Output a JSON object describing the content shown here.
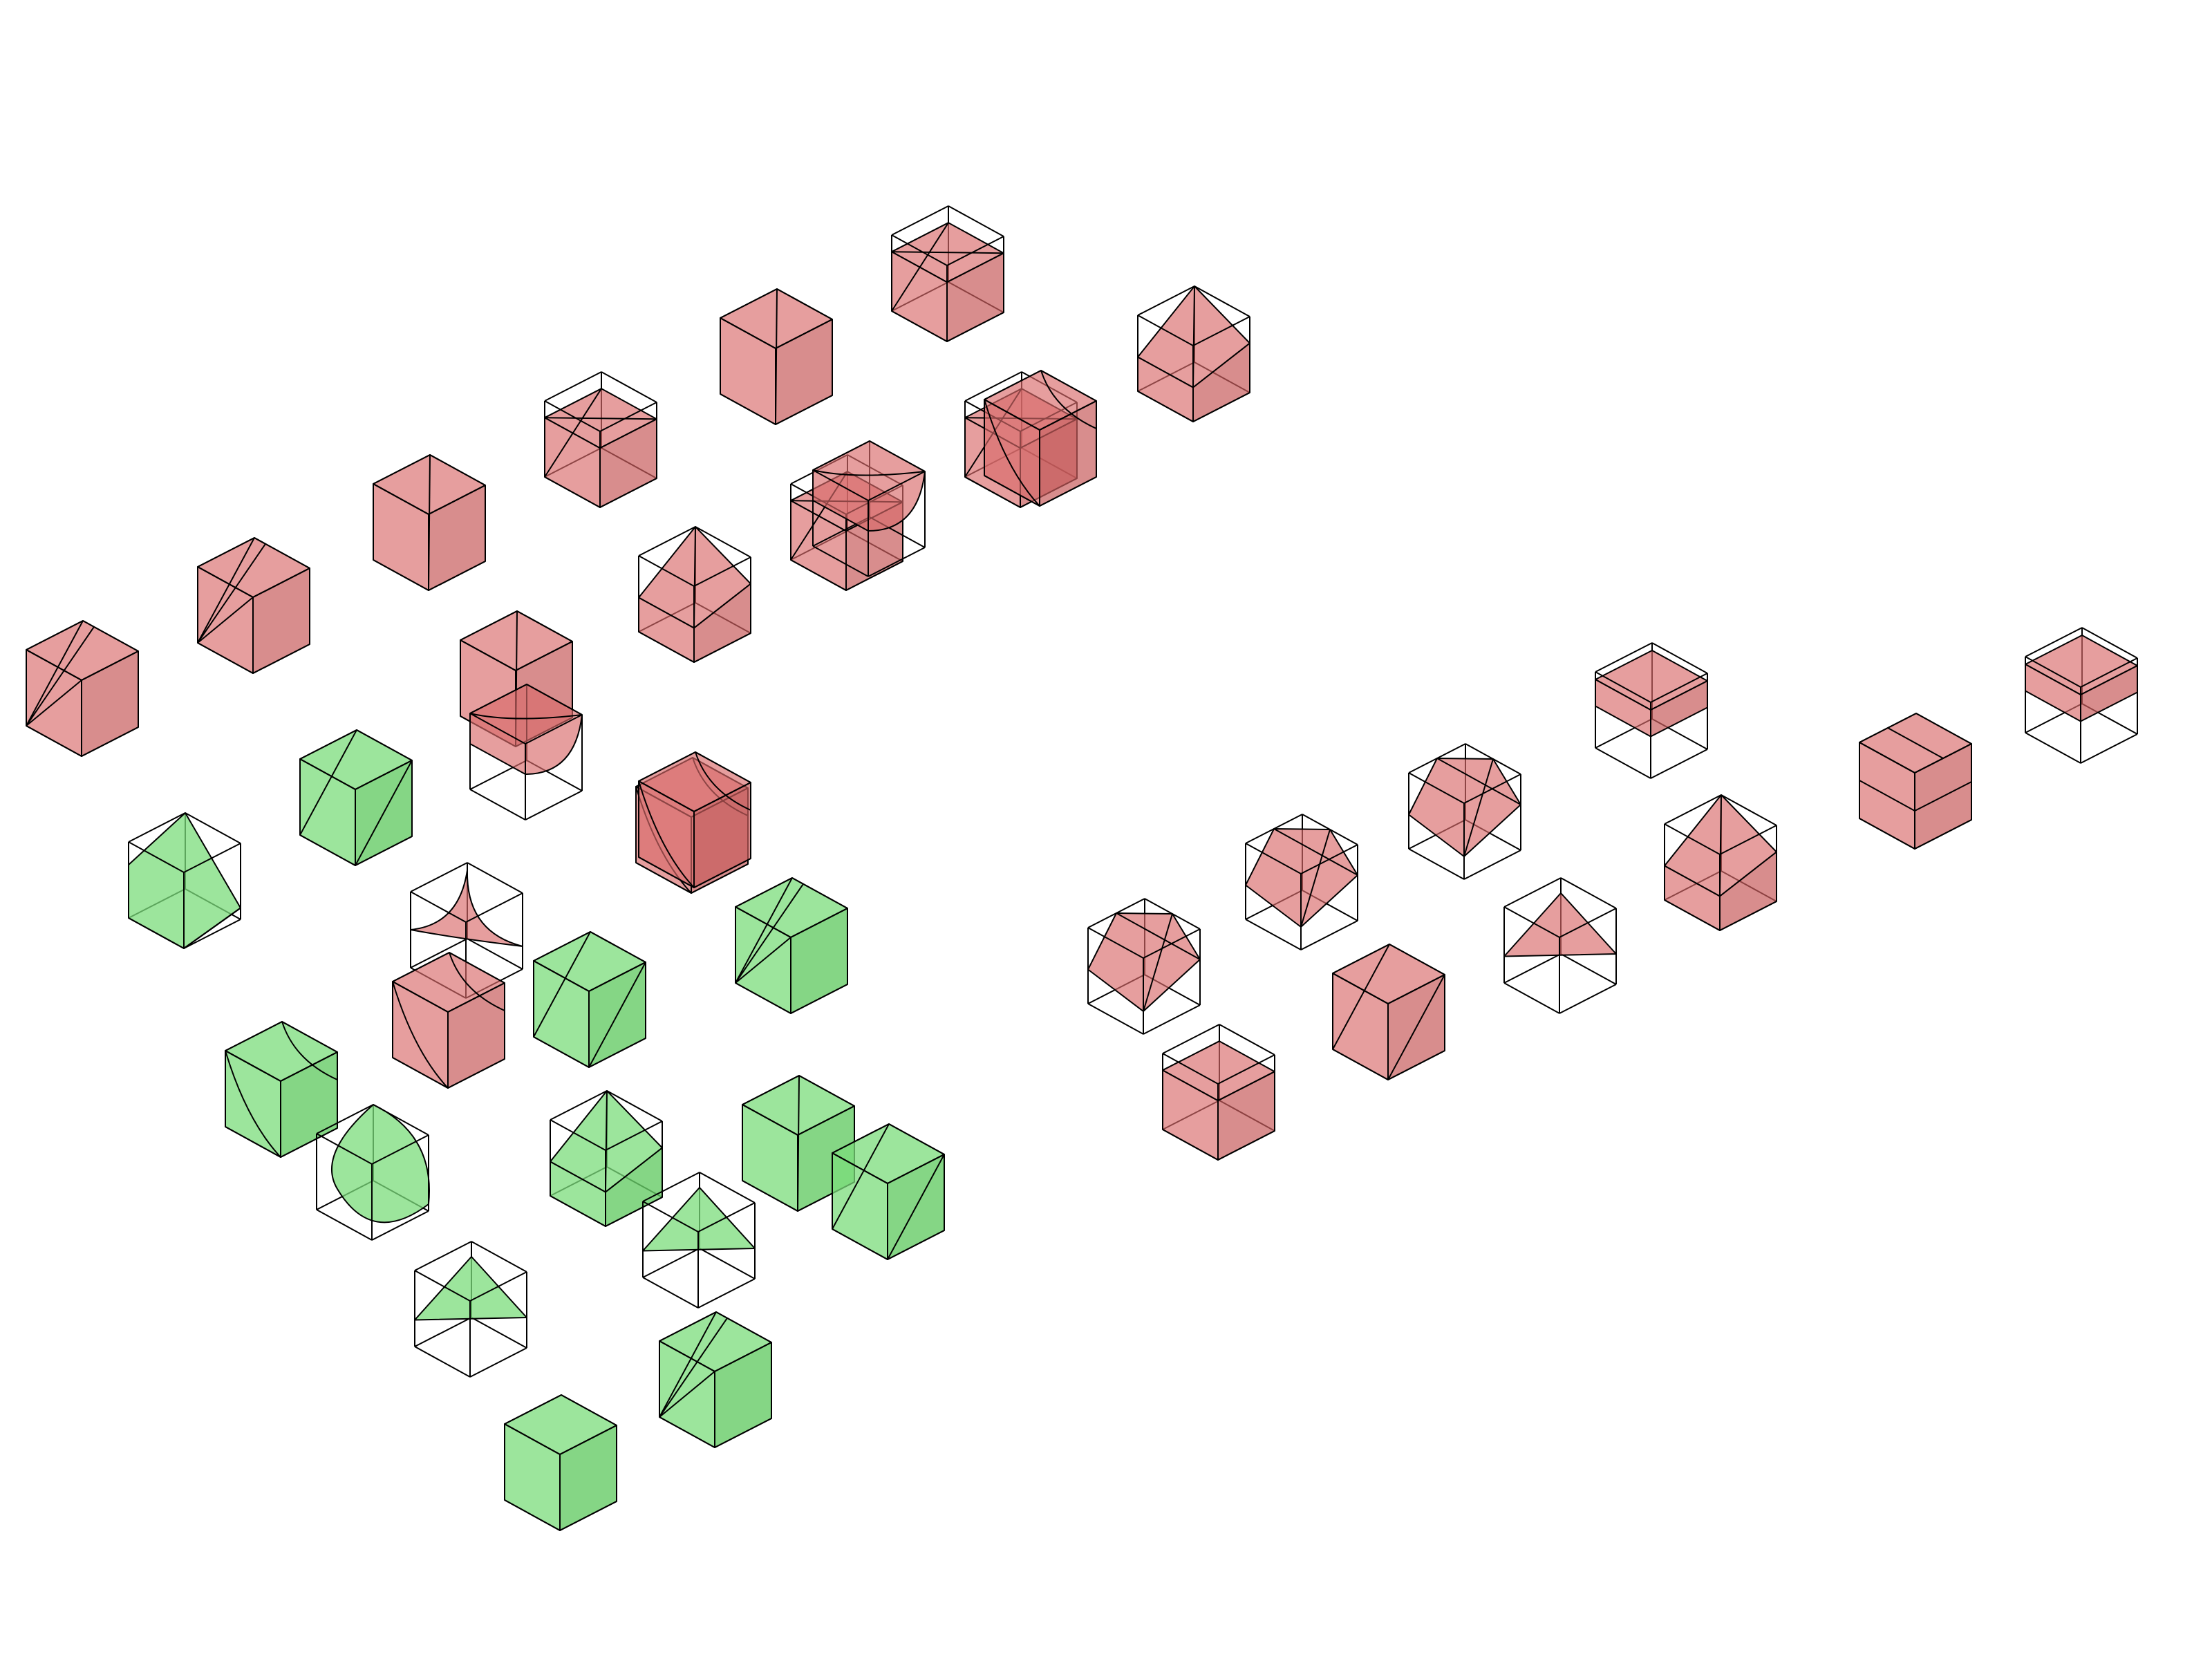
{
  "diagram": {
    "colors": {
      "invalid": "#d96a6a",
      "valid": "#7bdc7b",
      "edge": "#000000",
      "background": "#ffffff"
    },
    "legend": "none",
    "cubes": [
      {
        "row": 0,
        "col": 0,
        "status": "invalid",
        "shape": "solid-fan"
      },
      {
        "row": 0,
        "col": 1,
        "status": "invalid",
        "shape": "wedge-fan"
      },
      {
        "row": 0,
        "col": 2,
        "status": "invalid",
        "shape": "solid-diag"
      },
      {
        "row": 0,
        "col": 3,
        "status": "invalid",
        "shape": "lower-fan"
      },
      {
        "row": 0,
        "col": 4,
        "status": "invalid",
        "shape": "solid-diag"
      },
      {
        "row": 0,
        "col": 5,
        "status": "invalid",
        "shape": "lower-cross"
      },
      {
        "row": 1,
        "col": 3,
        "status": "invalid",
        "shape": "lower-fan"
      },
      {
        "row": 1,
        "col": 4,
        "status": "invalid",
        "shape": "lower-fan"
      },
      {
        "row": 1,
        "col": 5,
        "status": "invalid",
        "shape": "tri-slab"
      },
      {
        "row": 1,
        "col": 6,
        "status": "invalid",
        "shape": "tri-flat"
      },
      {
        "row": 1,
        "col": 7,
        "status": "invalid",
        "shape": "arc-top"
      },
      {
        "row": 2,
        "col": 2,
        "status": "invalid",
        "shape": "solid-diag"
      },
      {
        "row": 2,
        "col": 3,
        "status": "invalid",
        "shape": "slab-diag"
      },
      {
        "row": 2,
        "col": 4,
        "status": "invalid",
        "shape": "arc-top"
      },
      {
        "row": 2,
        "col": 5,
        "status": "invalid",
        "shape": "arc-solid"
      },
      {
        "row": 2,
        "col": 6,
        "status": "invalid",
        "shape": "arc-top"
      },
      {
        "row": 3,
        "col": 0,
        "status": "valid",
        "shape": "lower-slope"
      },
      {
        "row": 3,
        "col": 1,
        "status": "valid",
        "shape": "solid-corner"
      },
      {
        "row": 3,
        "col": 2,
        "status": "invalid",
        "shape": "arc-wedge"
      },
      {
        "row": 3,
        "col": 3,
        "status": "invalid",
        "shape": "arc-solid"
      },
      {
        "row": 4,
        "col": 1,
        "status": "invalid",
        "shape": "concave-tri"
      },
      {
        "row": 4,
        "col": 2,
        "status": "invalid",
        "shape": "solid-arc-side"
      },
      {
        "row": 5,
        "col": 0,
        "status": "valid",
        "shape": "arc-solid"
      },
      {
        "row": 5,
        "col": 1,
        "status": "invalid",
        "shape": "arc-solid"
      },
      {
        "row": 5,
        "col": 2,
        "status": "valid",
        "shape": "solid-corner"
      },
      {
        "row": 5,
        "col": 3,
        "status": "valid",
        "shape": "solid-fan"
      },
      {
        "row": 6,
        "col": 0,
        "status": "valid",
        "shape": "bowl"
      },
      {
        "row": 6,
        "col": 1,
        "status": "valid",
        "shape": "tri-slab"
      },
      {
        "row": 6,
        "col": 2,
        "status": "valid",
        "shape": "solid-diag"
      },
      {
        "row": 6,
        "col": 3,
        "status": "valid",
        "shape": "solid-corner"
      },
      {
        "row": 7,
        "col": 0,
        "status": "valid",
        "shape": "tri-flat"
      },
      {
        "row": 7,
        "col": 1,
        "status": "valid",
        "shape": "tri-flat"
      },
      {
        "row": 8,
        "col": 0,
        "status": "valid",
        "shape": "solid"
      },
      {
        "row": 8,
        "col": 1,
        "status": "valid",
        "shape": "solid-fan"
      },
      {
        "row": 9,
        "col": 0,
        "status": "invalid",
        "shape": "split-quad"
      },
      {
        "row": 9,
        "col": 1,
        "status": "invalid",
        "shape": "dome"
      },
      {
        "row": 9,
        "col": 2,
        "status": "invalid",
        "shape": "octagon"
      },
      {
        "row": 9,
        "col": 3,
        "status": "invalid",
        "shape": "inner-slab"
      },
      {
        "row": 10,
        "col": 0,
        "status": "invalid",
        "shape": "lower-slab"
      },
      {
        "row": 10,
        "col": 1,
        "status": "invalid",
        "shape": "solid-corner"
      },
      {
        "row": 10,
        "col": 2,
        "status": "invalid",
        "shape": "tri-flat"
      },
      {
        "row": 10,
        "col": 3,
        "status": "invalid",
        "shape": "tri-slab"
      },
      {
        "row": 10,
        "col": 4,
        "status": "invalid",
        "shape": "solid-split"
      },
      {
        "row": 10,
        "col": 5,
        "status": "invalid",
        "shape": "top-slab"
      }
    ]
  }
}
